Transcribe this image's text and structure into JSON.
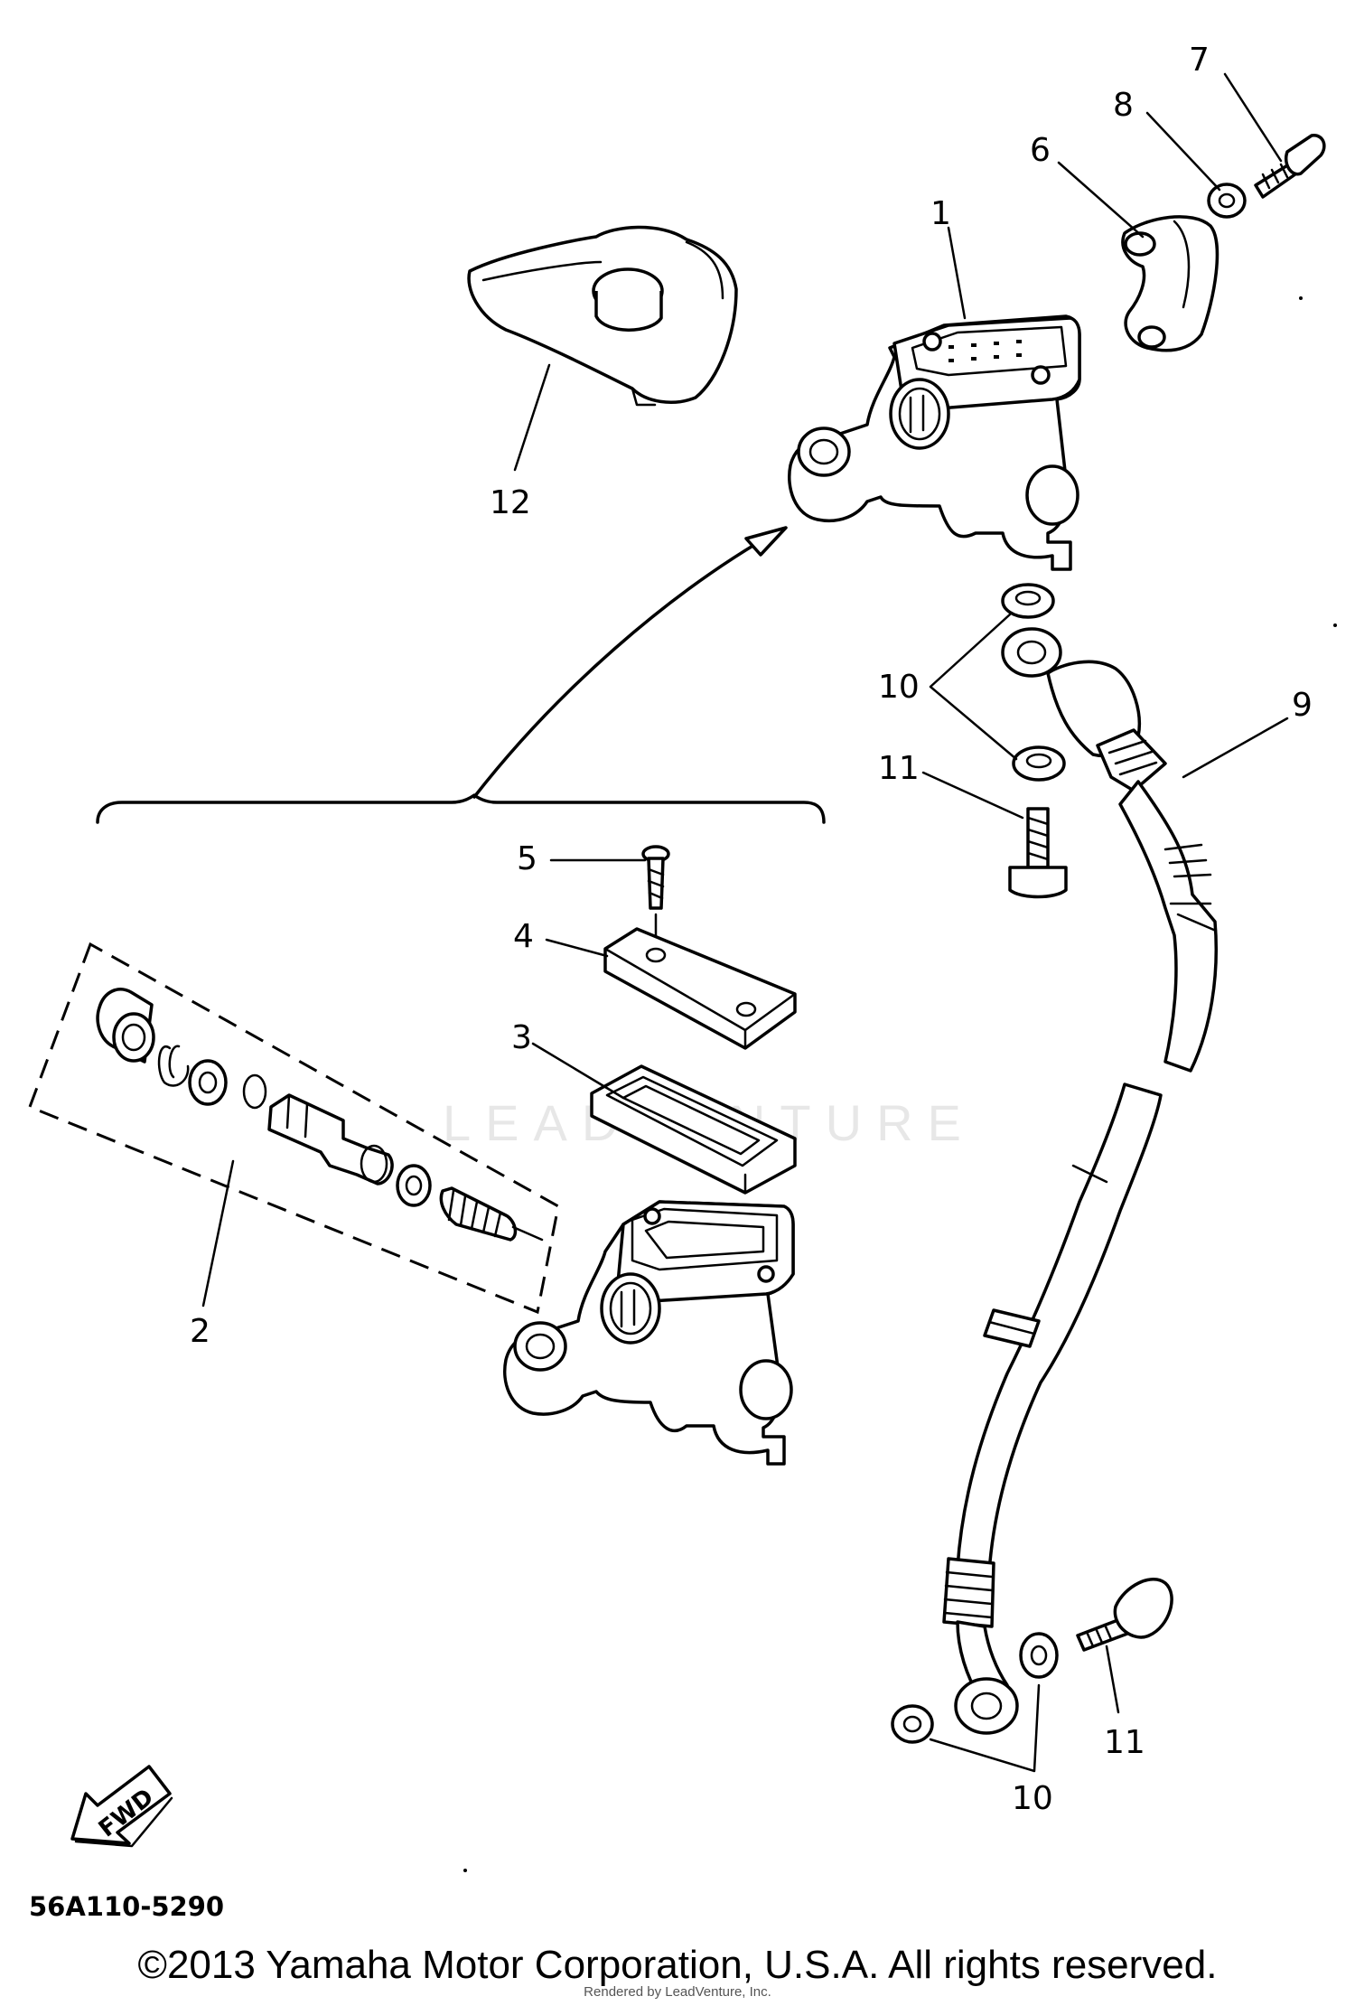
{
  "diagram": {
    "callouts": [
      {
        "id": "1",
        "label": "1"
      },
      {
        "id": "2",
        "label": "2"
      },
      {
        "id": "3",
        "label": "3"
      },
      {
        "id": "4",
        "label": "4"
      },
      {
        "id": "5",
        "label": "5"
      },
      {
        "id": "6",
        "label": "6"
      },
      {
        "id": "7",
        "label": "7"
      },
      {
        "id": "8",
        "label": "8"
      },
      {
        "id": "9",
        "label": "9"
      },
      {
        "id": "10a",
        "label": "10"
      },
      {
        "id": "10b",
        "label": "10"
      },
      {
        "id": "11a",
        "label": "11"
      },
      {
        "id": "11b",
        "label": "11"
      },
      {
        "id": "12",
        "label": "12"
      }
    ],
    "fwd_label": "FWD",
    "part_code": "56A110-5290",
    "watermark": "LEADVENTURE"
  },
  "footer": {
    "copyright": "©2013 Yamaha Motor Corporation, U.S.A. All rights reserved.",
    "rendered_by": "Rendered by LeadVenture, Inc."
  }
}
